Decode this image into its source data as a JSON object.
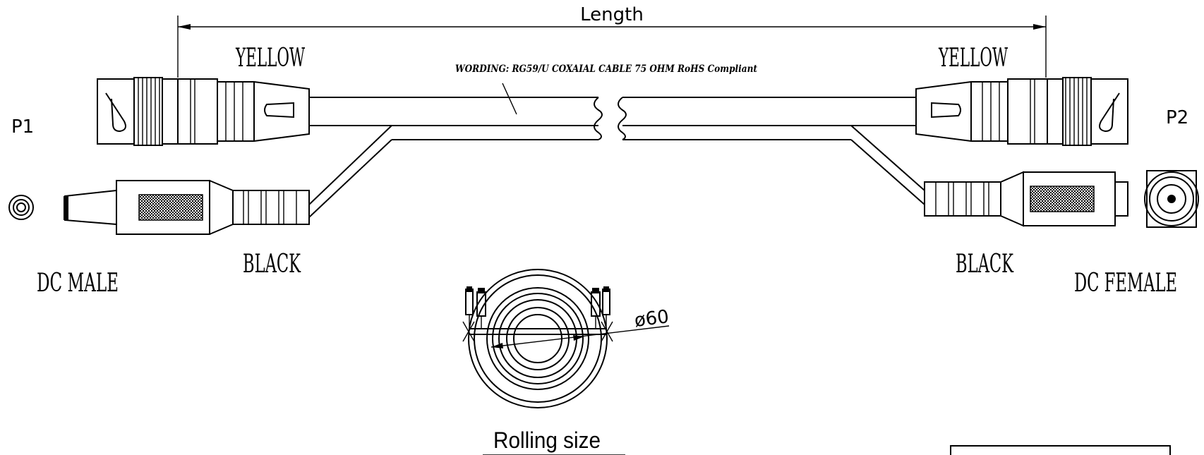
{
  "dimension": {
    "length_label": "Length",
    "diameter_label": "ø60"
  },
  "ends": {
    "p1_label": "P1",
    "p2_label": "P2"
  },
  "connectors": {
    "bnc_left_color": "YELLOW",
    "bnc_right_color": "YELLOW",
    "dc_left_color": "BLACK",
    "dc_right_color": "BLACK",
    "dc_left_type": "DC MALE",
    "dc_right_type": "DC FEMALE"
  },
  "cable": {
    "wording": "WORDING: RG59/U COXAIAL CABLE 75 OHM RoHS Compliant"
  },
  "rolling": {
    "title": "Rolling size"
  }
}
